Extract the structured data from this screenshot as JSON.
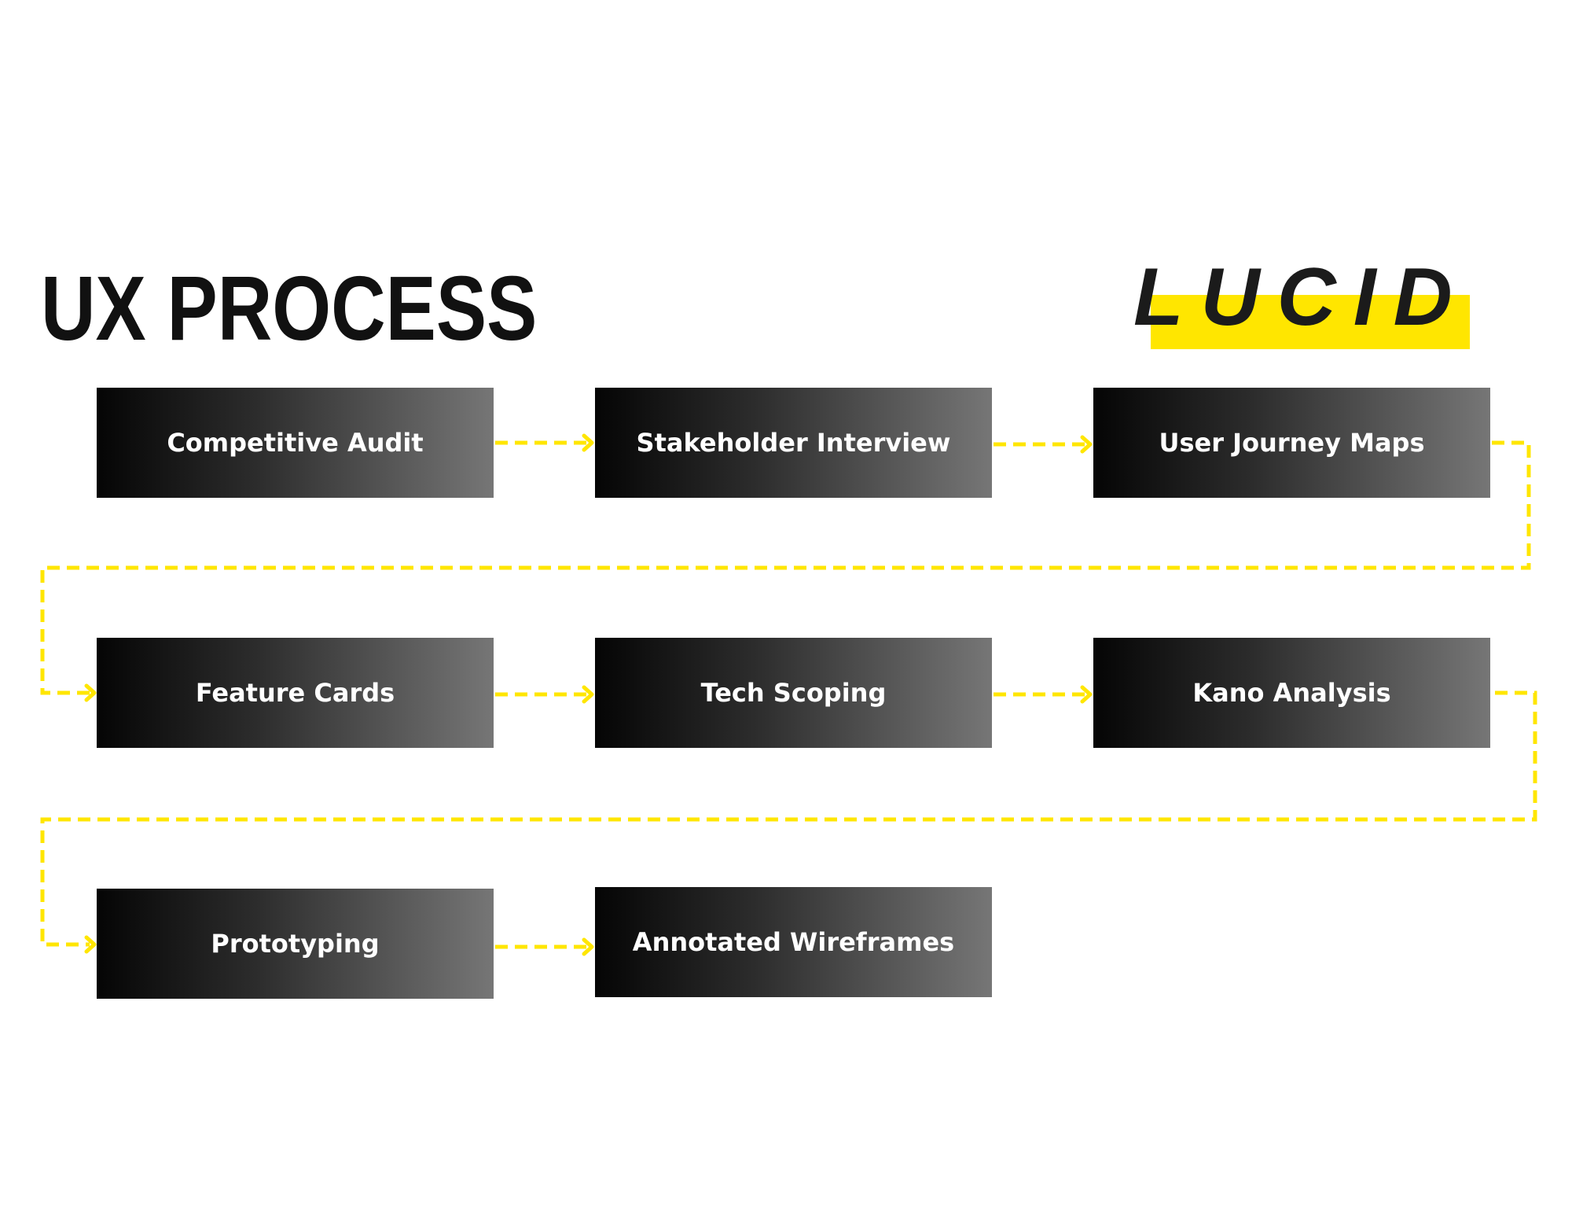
{
  "title": "UX PROCESS",
  "logo": {
    "text": "LUCID",
    "accent_color": "#FFE600",
    "text_color": "#1B1B1B"
  },
  "colors": {
    "connector": "#FFE600",
    "box_dark": "#050505",
    "box_light": "#767676",
    "box_text": "#FFFFFF"
  },
  "steps": [
    {
      "label": "Competitive Audit"
    },
    {
      "label": "Stakeholder Interview"
    },
    {
      "label": "User Journey Maps"
    },
    {
      "label": "Feature Cards"
    },
    {
      "label": "Tech Scoping"
    },
    {
      "label": "Kano Analysis"
    },
    {
      "label": "Prototyping"
    },
    {
      "label": "Annotated Wireframes"
    }
  ]
}
